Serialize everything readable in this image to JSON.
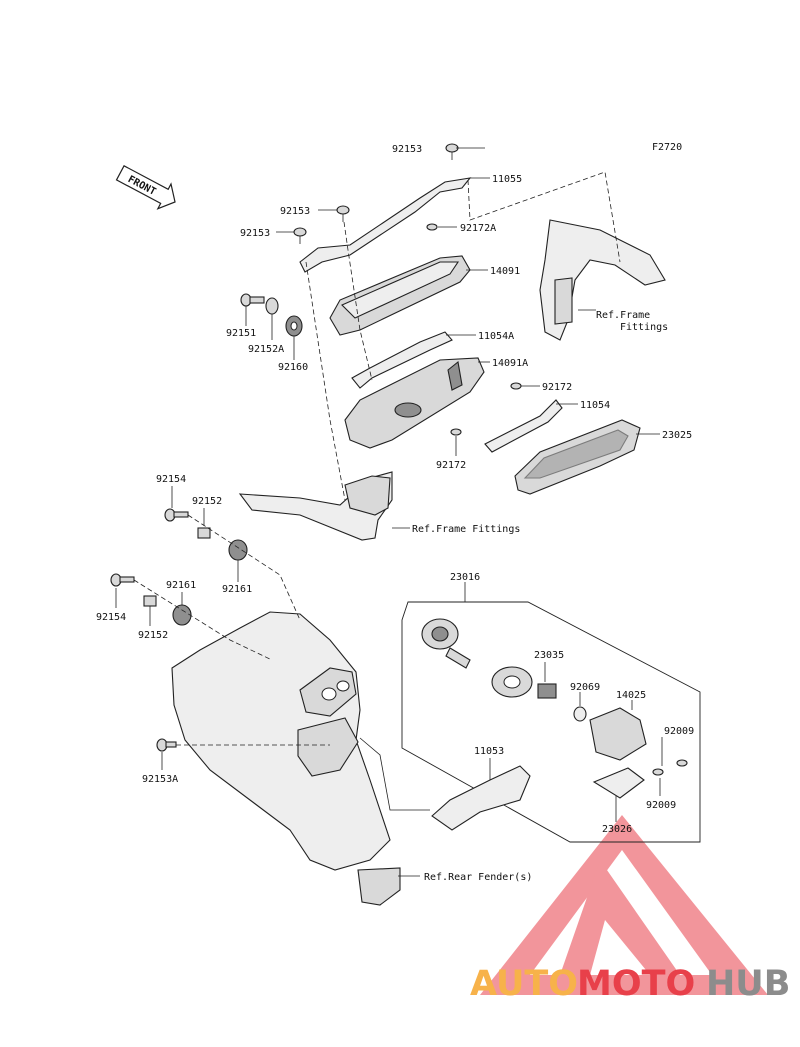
{
  "figure_code": "F2720",
  "front_label": "FRONT",
  "parts": {
    "p92153_a": "92153",
    "p92153_b": "92153",
    "p92153_c": "92153",
    "p11055": "11055",
    "p92172A": "92172A",
    "p14091": "14091",
    "p92151": "92151",
    "p92152A": "92152A",
    "p92160": "92160",
    "p11054A": "11054A",
    "p14091A": "14091A",
    "p92172_a": "92172",
    "p11054": "11054",
    "p92172_b": "92172",
    "p23025": "23025",
    "p92154_a": "92154",
    "p92152_a": "92152",
    "p92161_a": "92161",
    "p92154_b": "92154",
    "p92161_b": "92161",
    "p92152_b": "92152",
    "p23016": "23016",
    "p23035": "23035",
    "p92069": "92069",
    "p14025": "14025",
    "p92009_a": "92009",
    "p92009_b": "92009",
    "p23026": "23026",
    "p11053": "11053",
    "p92153A": "92153A"
  },
  "refs": {
    "frame_fittings_1a": "Ref.Frame",
    "frame_fittings_1b": "Fittings",
    "frame_fittings_2": "Ref.Frame Fittings",
    "rear_fender": "Ref.Rear Fender(s)"
  },
  "watermark": {
    "part1": "AUTO",
    "part2": "MOTO",
    "part3": "HUB",
    "color_orange": "#f7b24a",
    "color_red": "#e8404a",
    "color_grey": "#8c8c8c"
  }
}
